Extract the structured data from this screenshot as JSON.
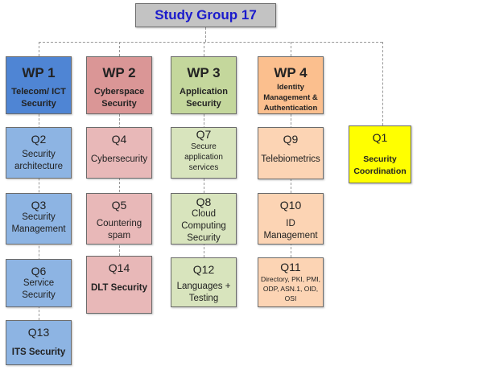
{
  "title": "Study Group 17",
  "working_parties": [
    {
      "code": "WP 1",
      "desc": "Telecom/ ICT Security"
    },
    {
      "code": "WP 2",
      "desc": "Cyberspace Security"
    },
    {
      "code": "WP 3",
      "desc": "Application Security"
    },
    {
      "code": "WP 4",
      "desc": "Identity Management & Authentication"
    }
  ],
  "questions": {
    "q2": {
      "code": "Q2",
      "desc": "Security architecture"
    },
    "q3": {
      "code": "Q3",
      "desc": "Security Management"
    },
    "q6": {
      "code": "Q6",
      "desc": "Service Security"
    },
    "q13": {
      "code": "Q13",
      "desc": "ITS Security"
    },
    "q4": {
      "code": "Q4",
      "desc": "Cybersecurity"
    },
    "q5": {
      "code": "Q5",
      "desc": "Countering spam"
    },
    "q14": {
      "code": "Q14",
      "desc": "DLT Security"
    },
    "q7": {
      "code": "Q7",
      "desc": "Secure application services"
    },
    "q8": {
      "code": "Q8",
      "desc": "Cloud Computing Security"
    },
    "q12": {
      "code": "Q12",
      "desc": "Languages + Testing"
    },
    "q9": {
      "code": "Q9",
      "desc": "Telebiometrics"
    },
    "q10": {
      "code": "Q10",
      "desc": "ID Management"
    },
    "q11": {
      "code": "Q11",
      "desc": "Directory, PKI, PMI, ODP, ASN.1, OID, OSI"
    },
    "q1": {
      "code": "Q1",
      "desc": "Security Coordination"
    }
  }
}
